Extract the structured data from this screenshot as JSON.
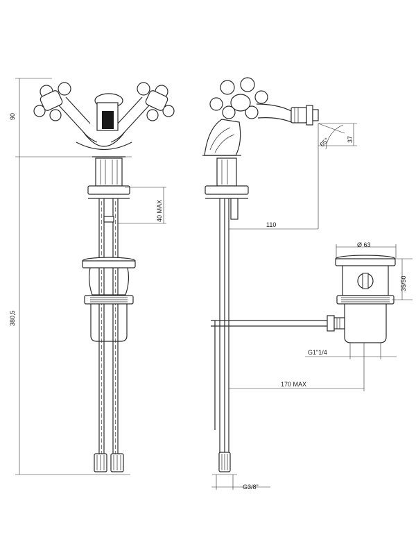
{
  "diagram": {
    "dimensions": {
      "height_head": "90",
      "total_height": "380,5",
      "shank_length": "40 MAX",
      "reach": "110",
      "spout_drop": "37",
      "angle": "65°",
      "waste_diameter": "Ø 63",
      "waste_height": "35/50",
      "waste_thread": "G1\"1/4",
      "rod_length": "170 MAX",
      "supply_thread": "G3/8\""
    }
  }
}
